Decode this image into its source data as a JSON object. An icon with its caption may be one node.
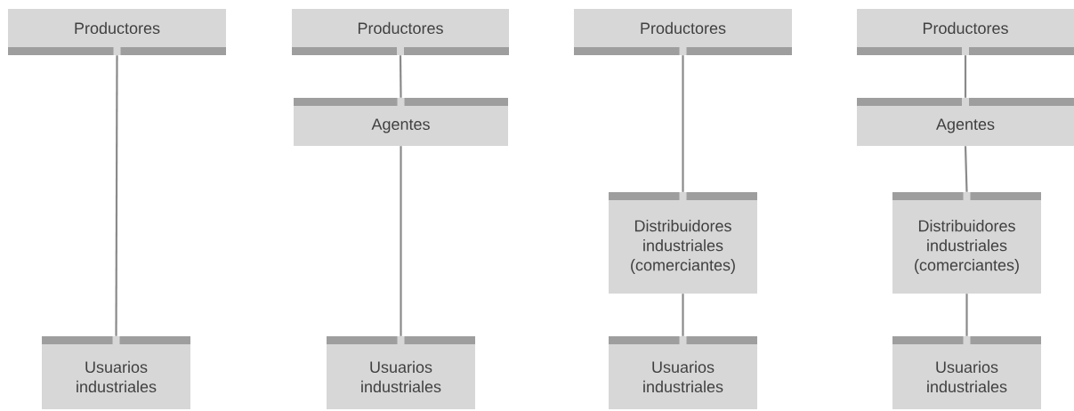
{
  "diagram": {
    "nodes": [
      {
        "text": [
          "Productores"
        ]
      },
      {
        "text": [
          "Usuarios industriales"
        ]
      },
      {
        "text": [
          "Productores"
        ]
      },
      {
        "text": [
          "Agentes"
        ]
      },
      {
        "text": [
          "Usuarios industriales"
        ]
      },
      {
        "text": [
          "Productores"
        ]
      },
      {
        "text": [
          "Distribuidores industriales (comerciantes)"
        ]
      },
      {
        "text": [
          "Usuarios industriales"
        ]
      },
      {
        "text": [
          "Productores"
        ]
      },
      {
        "text": [
          "Agentes"
        ]
      },
      {
        "text": [
          "Distribuidores industriales (comerciantes)"
        ]
      },
      {
        "text": [
          "Usuarios industriales"
        ]
      }
    ],
    "edges": [
      {
        "from": 0,
        "to": 1,
        "arrow": "none"
      },
      {
        "from": 2,
        "to": 3,
        "arrow": "none"
      },
      {
        "from": 3,
        "to": 4,
        "arrow": "none"
      },
      {
        "from": 5,
        "to": 6,
        "arrow": "none"
      },
      {
        "from": 6,
        "to": 7,
        "arrow": "none"
      },
      {
        "from": 8,
        "to": 9,
        "arrow": "none"
      },
      {
        "from": 9,
        "to": 10,
        "arrow": "none"
      },
      {
        "from": 10,
        "to": 11,
        "arrow": "none"
      }
    ]
  }
}
